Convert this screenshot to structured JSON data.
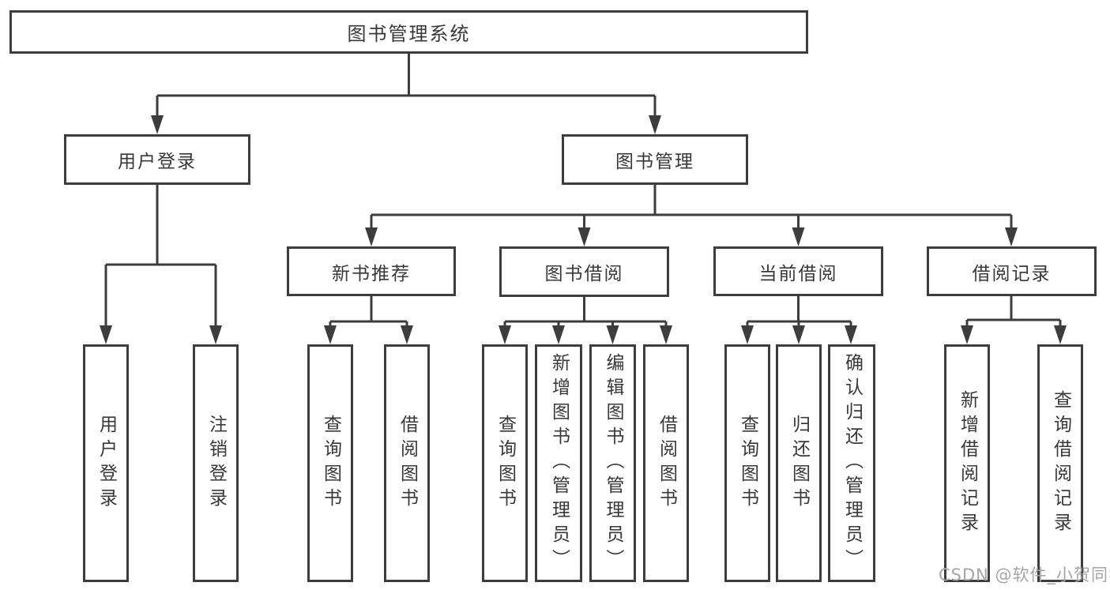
{
  "diagram": {
    "title_node": "图书管理系统",
    "nodes": {
      "root": {
        "label": "图书管理系统"
      },
      "user_login": {
        "label": "用户登录"
      },
      "book_management": {
        "label": "图书管理"
      },
      "recommend": {
        "label": "新书推荐"
      },
      "borrowing": {
        "label": "图书借阅"
      },
      "current": {
        "label": "当前借阅"
      },
      "records": {
        "label": "借阅记录"
      },
      "login": {
        "label": "用户登录"
      },
      "logout": {
        "label": "注销登录"
      },
      "recommend_query": {
        "label": "查询图书"
      },
      "recommend_borrow": {
        "label": "借阅图书"
      },
      "borrowing_query": {
        "label": "查询图书"
      },
      "borrowing_add": {
        "label": "新增图书（管理员）"
      },
      "borrowing_edit": {
        "label": "编辑图书（管理员）"
      },
      "borrowing_borrow": {
        "label": "借阅图书"
      },
      "current_query": {
        "label": "查询图书"
      },
      "current_return": {
        "label": "归还图书"
      },
      "current_confirm": {
        "label": "确认归还（管理员）"
      },
      "records_add": {
        "label": "新增借阅记录"
      },
      "records_query": {
        "label": "查询借阅记录"
      }
    },
    "edges": [
      [
        "root",
        "user_login"
      ],
      [
        "root",
        "book_management"
      ],
      [
        "user_login",
        "login"
      ],
      [
        "user_login",
        "logout"
      ],
      [
        "book_management",
        "recommend"
      ],
      [
        "book_management",
        "borrowing"
      ],
      [
        "book_management",
        "current"
      ],
      [
        "book_management",
        "records"
      ],
      [
        "recommend",
        "recommend_query"
      ],
      [
        "recommend",
        "recommend_borrow"
      ],
      [
        "borrowing",
        "borrowing_query"
      ],
      [
        "borrowing",
        "borrowing_add"
      ],
      [
        "borrowing",
        "borrowing_edit"
      ],
      [
        "borrowing",
        "borrowing_borrow"
      ],
      [
        "current",
        "current_query"
      ],
      [
        "current",
        "current_return"
      ],
      [
        "current",
        "current_confirm"
      ],
      [
        "records",
        "records_add"
      ],
      [
        "records",
        "records_query"
      ]
    ],
    "watermark": "CSDN @软件_小贺同学",
    "colors": {
      "line": "#3d3d3d",
      "text": "#383838",
      "background": "#ffffff",
      "watermark": "#a5a5a5"
    }
  }
}
